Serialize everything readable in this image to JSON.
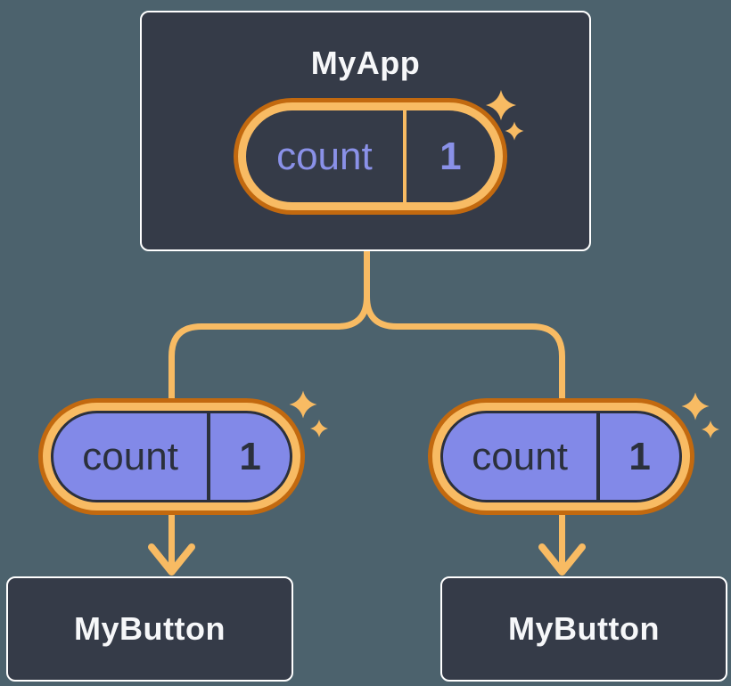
{
  "diagram": {
    "root": {
      "title": "MyApp",
      "state": {
        "label": "count",
        "value": "1"
      }
    },
    "children": [
      {
        "title": "MyButton",
        "prop": {
          "label": "count",
          "value": "1"
        }
      },
      {
        "title": "MyButton",
        "prop": {
          "label": "count",
          "value": "1"
        }
      }
    ]
  },
  "colors": {
    "background": "#4C626D",
    "node_fill": "#353B48",
    "node_border": "#FFFFFF",
    "node_text": "#F6F7F9",
    "accent_light_orange": "#F8BB63",
    "accent_dark_orange": "#C2690F",
    "state_fill_purple": "#8289E8",
    "state_text_purple": "#8A91E8",
    "ink_dark": "#2B303C"
  }
}
